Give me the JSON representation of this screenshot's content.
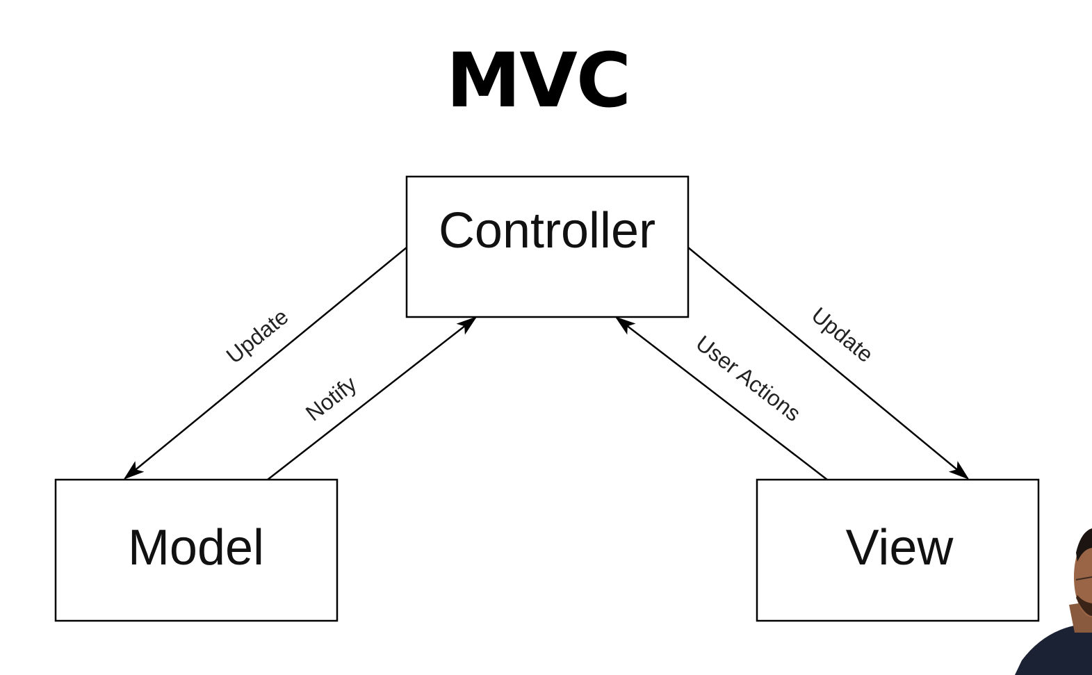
{
  "title": "MVC",
  "nodes": {
    "controller": "Controller",
    "model": "Model",
    "view": "View"
  },
  "edges": {
    "controller_to_model": "Update",
    "model_to_controller": "Notify",
    "view_to_controller": "User Actions",
    "controller_to_view": "Update"
  },
  "colors": {
    "stroke": "#000000",
    "background": "#ffffff"
  }
}
